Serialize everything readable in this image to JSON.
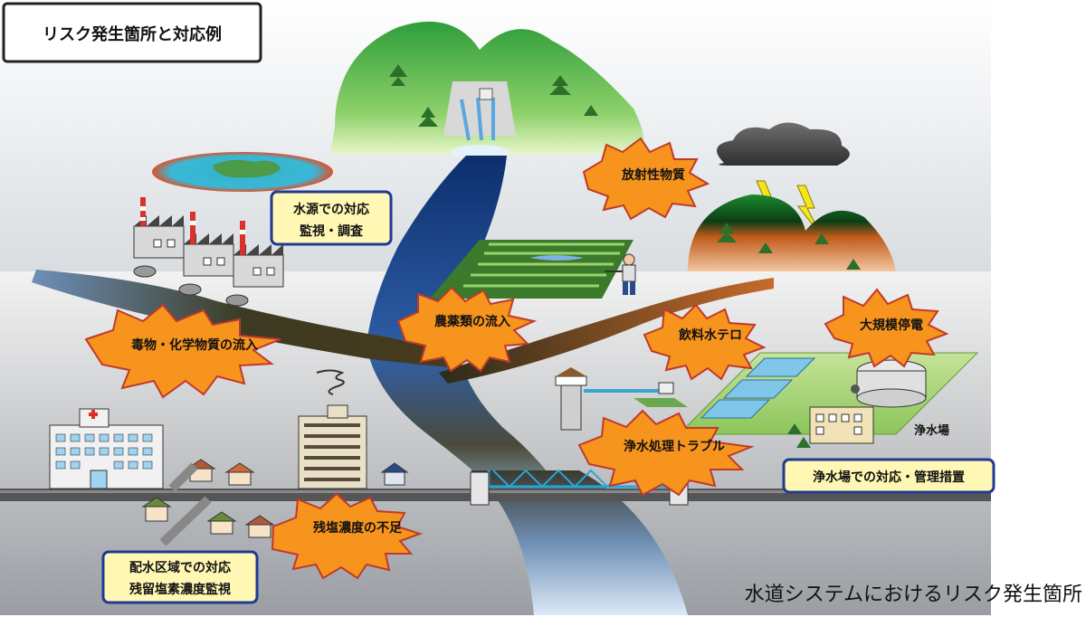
{
  "title": "リスク発生箇所と対応例",
  "caption": "水道システムにおけるリスク発生箇所",
  "risks": {
    "radioactive": "放射性物質",
    "pesticide": "農薬類の流入",
    "toxic": "毒物・化学物質の流入",
    "terror": "飲料水テロ",
    "blackout": "大規模停電",
    "treatment": "浄水処理トラブル",
    "chlorine": "残塩濃度の不足"
  },
  "responses": {
    "source_line1": "水源での対応",
    "source_line2": "監視・調査",
    "plant": "浄水場での対応・管理措置",
    "dist_line1": "配水区域での対応",
    "dist_line2": "残留塩素濃度監視"
  },
  "plant_label": "浄水場",
  "colors": {
    "burst_fill": "#f7941d",
    "burst_stroke": "#c0392b",
    "box_border": "#1f3a93",
    "box_fill": "#fff7b3",
    "river": "#1e4f9c",
    "ground": "#d9d9d9"
  }
}
